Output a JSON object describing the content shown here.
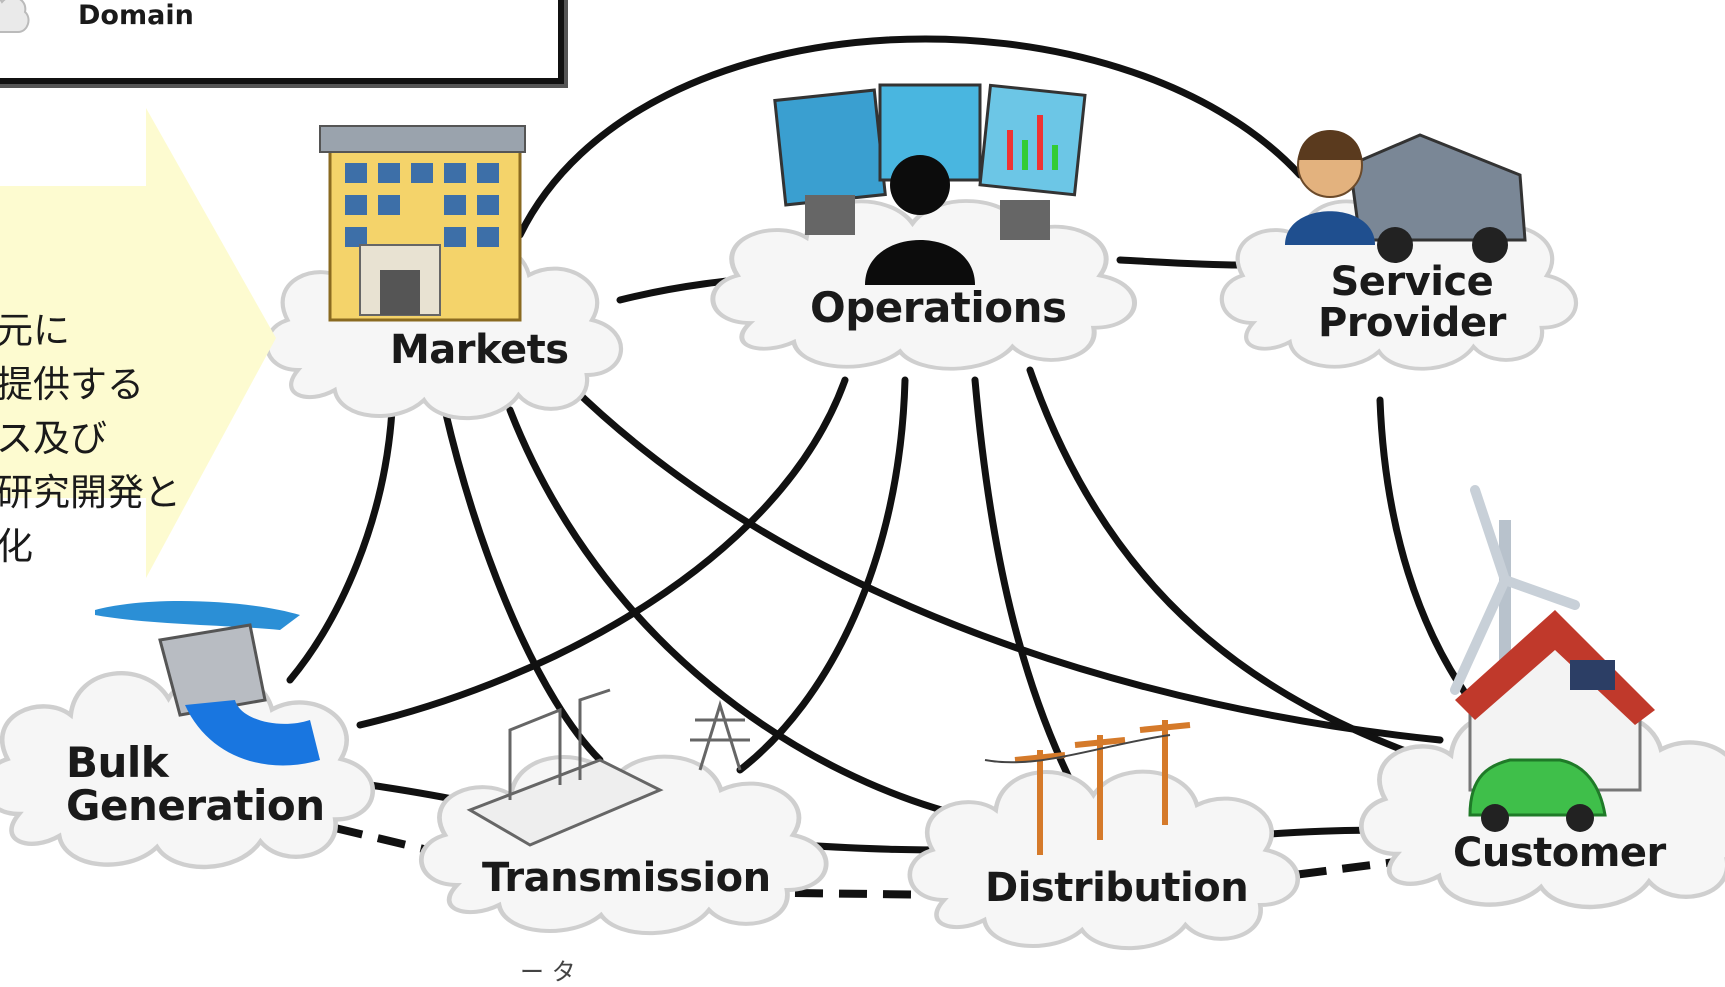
{
  "legend": {
    "label": "Domain"
  },
  "side_note": {
    "lines": [
      "元に",
      "提供する",
      "ス及び",
      "研究開発と",
      "化"
    ]
  },
  "domains": {
    "markets": "Markets",
    "operations": "Operations",
    "service_provider": [
      "Service",
      "Provider"
    ],
    "bulk_generation": [
      "Bulk",
      "Generation"
    ],
    "transmission": "Transmission",
    "distribution": "Distribution",
    "customer": "Customer"
  },
  "caption": "ー タ",
  "colors": {
    "arrow_fill": "#fdfbd0",
    "line": "#111111",
    "cloud_stroke": "#c9c9c9",
    "cloud_fill": "#f7f7f7"
  },
  "icons": [
    "building-icon",
    "monitors-operator-icon",
    "technician-truck-icon",
    "dam-icon",
    "substation-icon",
    "power-poles-icon",
    "house-windmill-car-icon",
    "cloud-icon"
  ]
}
